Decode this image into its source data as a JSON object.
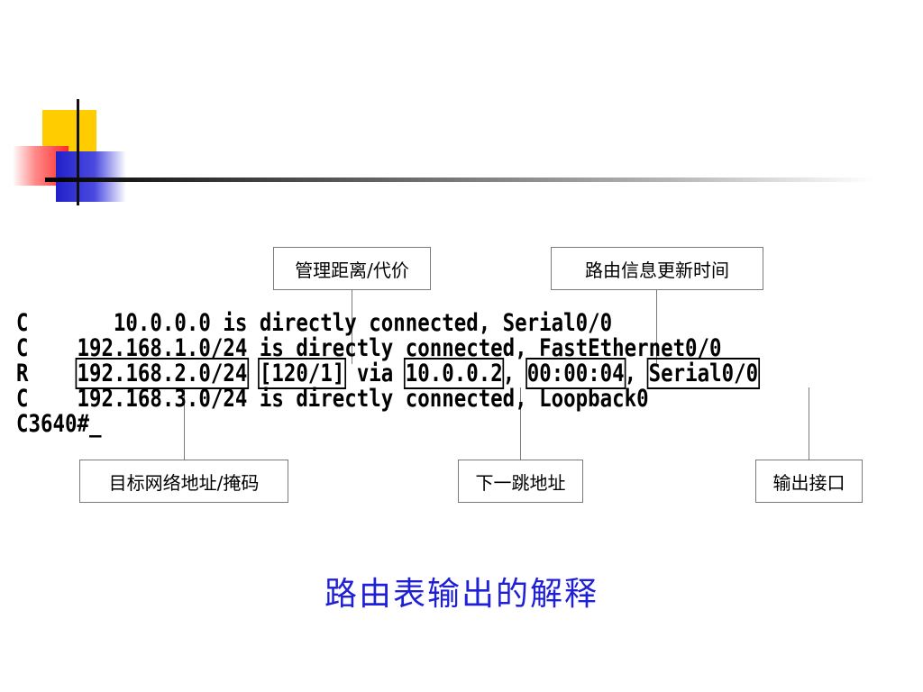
{
  "terminal": {
    "lines": [
      "C       10.0.0.0 is directly connected, Serial0/0",
      "C    192.168.1.0/24 is directly connected, FastEthernet0/0",
      "R    192.168.2.0/24 [120/1] via 10.0.0.2, 00:00:04, Serial0/0",
      "C    192.168.3.0/24 is directly connected, Loopback0",
      "C3640#_"
    ],
    "route_r": {
      "code": "R",
      "network": "192.168.2.0/24",
      "metric": "[120/1]",
      "via_word": "via",
      "next_hop": "10.0.0.2",
      "timer": "00:00:04",
      "interface": "Serial0/0"
    }
  },
  "callouts": {
    "admin_distance": "管理距离/代价",
    "update_time": "路由信息更新时间",
    "destination": "目标网络地址/掩码",
    "next_hop": "下一跳地址",
    "out_interface": "输出接口"
  },
  "caption": "路由表输出的解释",
  "colors": {
    "caption": "#1f1fd6",
    "accent_yellow": "#ffcc00",
    "accent_red": "#ff2a2a",
    "accent_blue": "#2020c8"
  }
}
